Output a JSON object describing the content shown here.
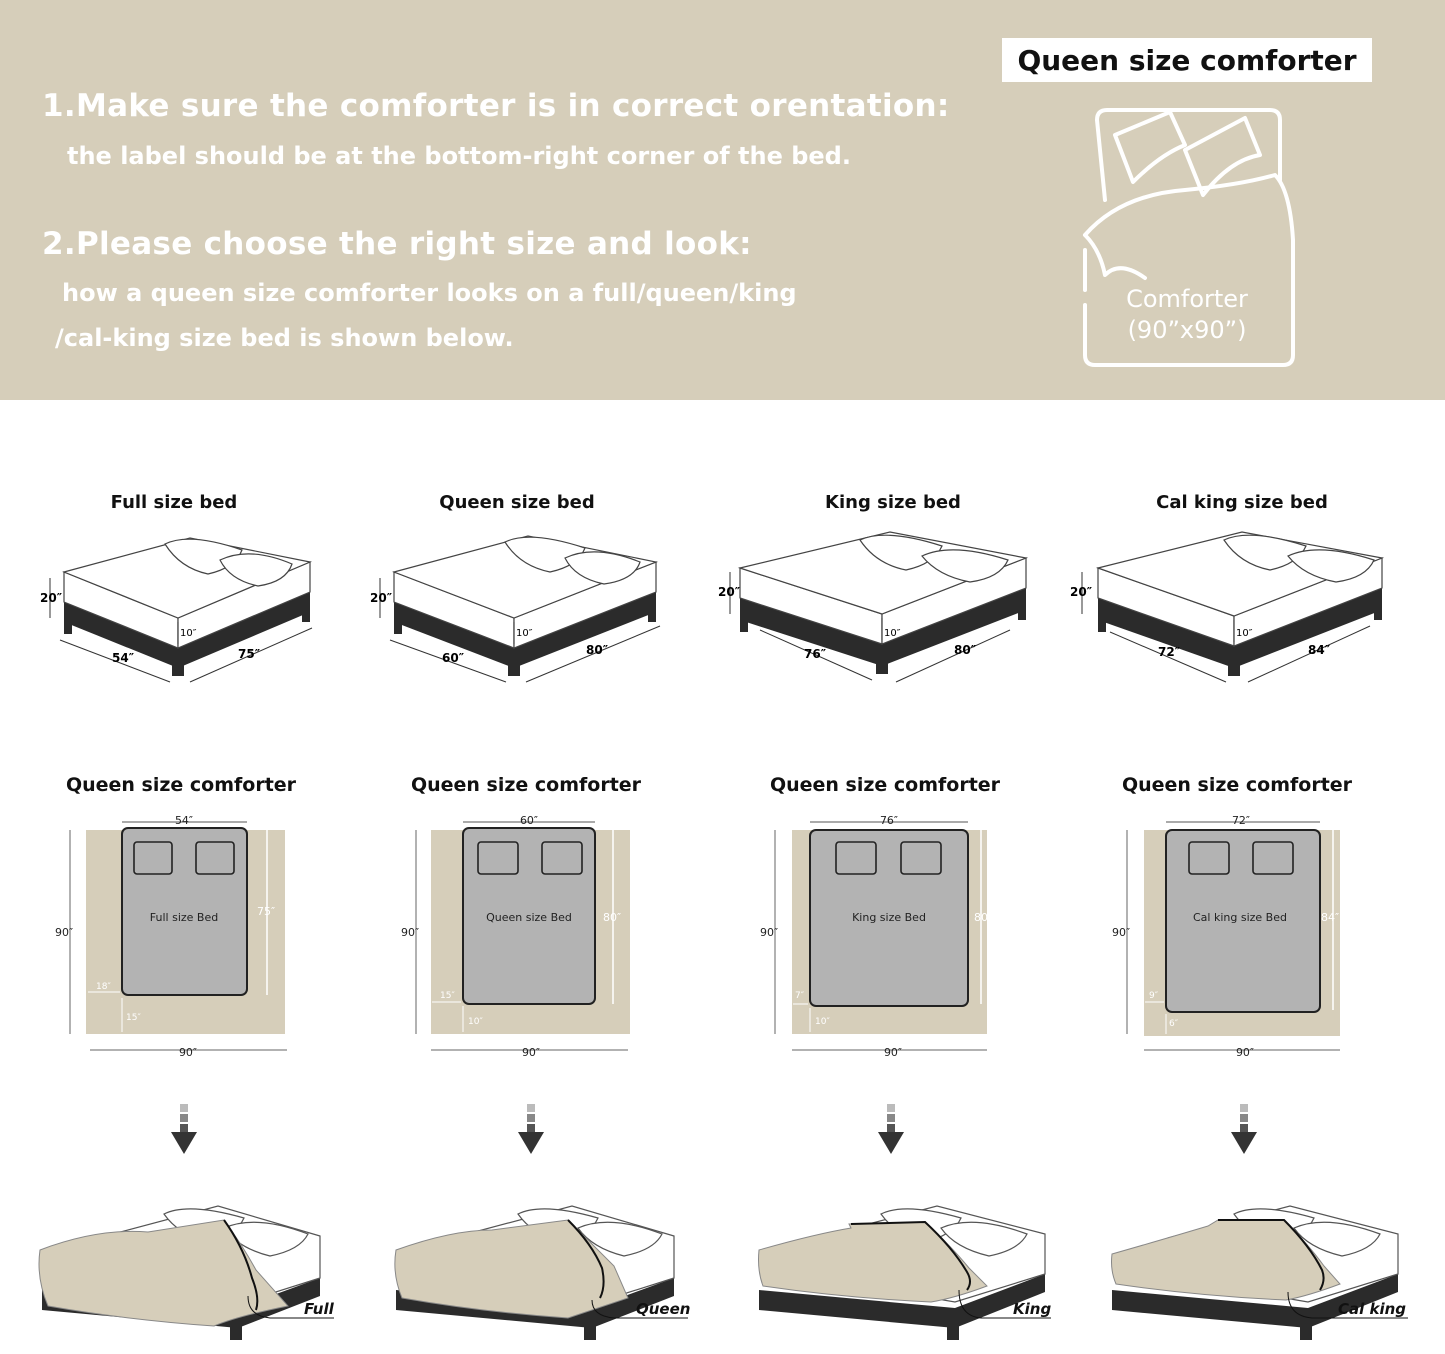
{
  "header": {
    "heading1": "1.Make sure the comforter is in correct orentation:",
    "heading1_sub": "the label should be at the bottom-right corner of the bed.",
    "heading2": "2.Please choose the right size and look:",
    "heading2_sub1": "how a queen size comforter looks on a full/queen/king",
    "heading2_sub2": "/cal-king size bed is shown below.",
    "badge": "Queen size comforter",
    "icon_label": "Comforter",
    "icon_size": "(90”x90”)"
  },
  "colors": {
    "banner": "#d6ceba",
    "comforter": "#d6ceba",
    "bed_gray": "#b3b3b3",
    "frame": "#2b2b2b"
  },
  "beds": [
    {
      "title": "Full size bed",
      "height": "20″",
      "depth": "10″",
      "width": "54″",
      "length": "75″"
    },
    {
      "title": "Queen size bed",
      "height": "20″",
      "depth": "10″",
      "width": "60″",
      "length": "80″"
    },
    {
      "title": "King size bed",
      "height": "20″",
      "depth": "10″",
      "width": "76″",
      "length": "80″"
    },
    {
      "title": "Cal king size bed",
      "height": "20″",
      "depth": "10″",
      "width": "72″",
      "length": "84″"
    }
  ],
  "plans": [
    {
      "title": "Queen size comforter",
      "bed_label": "Full size Bed",
      "bed_width": "54″",
      "bed_length": "75″",
      "side_drop": "18″",
      "foot_drop": "15″",
      "comf_width": "90″",
      "comf_length": "90″"
    },
    {
      "title": "Queen size comforter",
      "bed_label": "Queen size Bed",
      "bed_width": "60″",
      "bed_length": "80″",
      "side_drop": "15″",
      "foot_drop": "10″",
      "comf_width": "90″",
      "comf_length": "90″"
    },
    {
      "title": "Queen size comforter",
      "bed_label": "King size Bed",
      "bed_width": "76″",
      "bed_length": "80",
      "side_drop": "7″",
      "foot_drop": "10″",
      "comf_width": "90″",
      "comf_length": "90″"
    },
    {
      "title": "Queen size comforter",
      "bed_label": "Cal king size Bed",
      "bed_width": "72″",
      "bed_length": "84″",
      "side_drop": "9″",
      "foot_drop": "6″",
      "comf_width": "90″",
      "comf_length": "90″"
    }
  ],
  "looks": [
    {
      "label": "Full"
    },
    {
      "label": "Queen"
    },
    {
      "label": "King"
    },
    {
      "label": "Cal king"
    }
  ],
  "icons": {
    "down_arrow": "down-arrow-icon",
    "bed": "bed-icon",
    "pillow": "pillow-icon"
  }
}
